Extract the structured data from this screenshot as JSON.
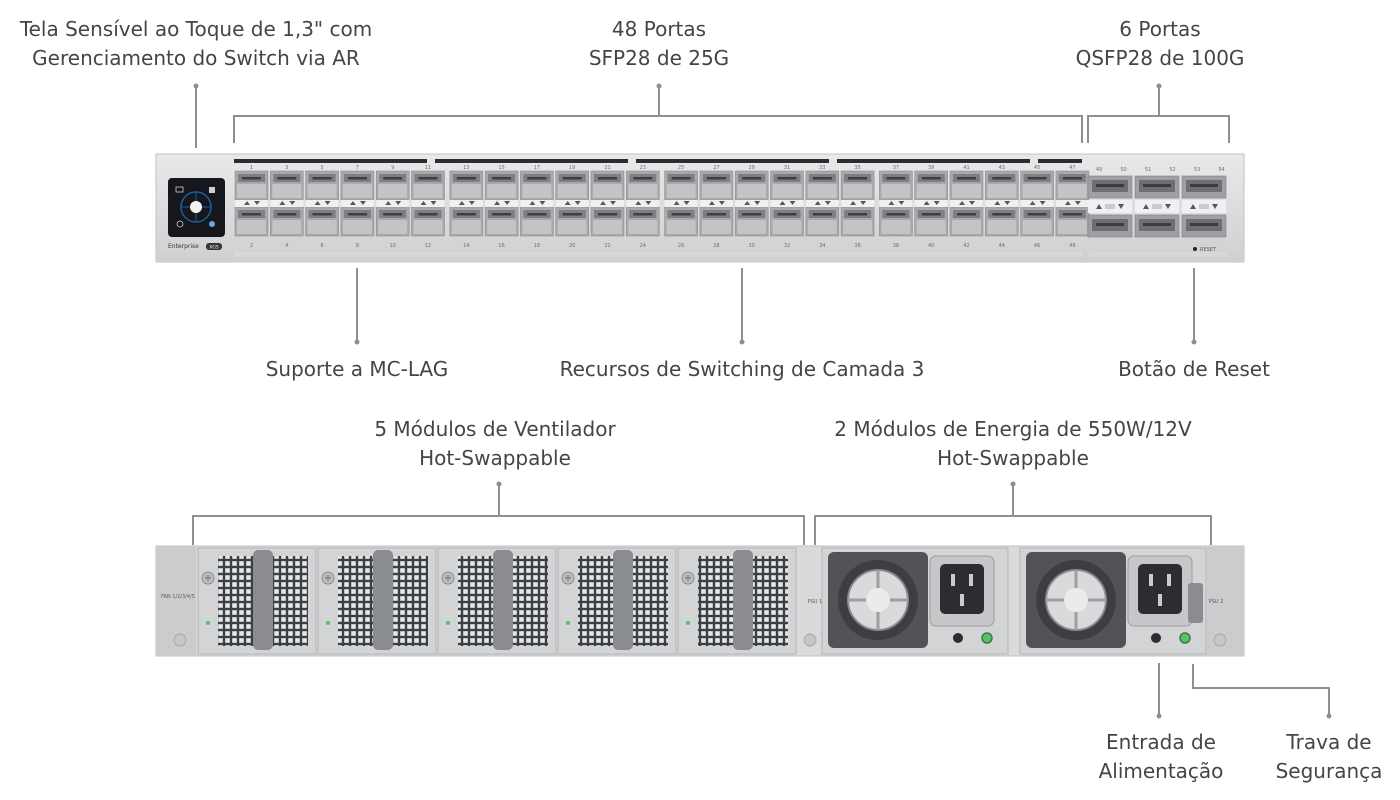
{
  "callouts": {
    "touchscreen": "Tela Sensível ao Toque de 1,3\" com\nGerenciamento do Switch via AR",
    "sfp_ports": "48 Portas\nSFP28 de 25G",
    "qsfp_ports": "6 Portas\nQSFP28 de 100G",
    "mclag": "Suporte a MC-LAG",
    "layer3": "Recursos de Switching de Camada 3",
    "reset": "Botão de Reset",
    "fans": "5 Módulos de Ventilador\nHot-Swappable",
    "psus": "2 Módulos de Energia de 550W/12V\nHot-Swappable",
    "power_input": "Entrada de\nAlimentação",
    "lock": "Trava de\nSegurança"
  },
  "front_panel": {
    "brand": "Enterprise",
    "brand_badge": "XGS",
    "reset_text": "RESET",
    "sfp_top_numbers": [
      "1",
      "3",
      "5",
      "7",
      "9",
      "11",
      "13",
      "15",
      "17",
      "19",
      "21",
      "23",
      "25",
      "27",
      "29",
      "31",
      "33",
      "35",
      "37",
      "39",
      "41",
      "43",
      "45",
      "47"
    ],
    "sfp_bottom_numbers": [
      "2",
      "4",
      "6",
      "8",
      "10",
      "12",
      "14",
      "16",
      "18",
      "20",
      "22",
      "24",
      "26",
      "28",
      "30",
      "32",
      "34",
      "36",
      "38",
      "40",
      "42",
      "44",
      "46",
      "48"
    ],
    "qsfp_numbers": [
      "49",
      "50",
      "51",
      "52",
      "53",
      "54"
    ]
  },
  "rear_panel": {
    "fan_label": "FAN\n1/2/3/4/5",
    "psu1_label": "PSU 1",
    "psu2_label": "PSU 2"
  },
  "colors": {
    "chassis": "#dadbdc",
    "chassis_edge": "#c4c5c6",
    "bracket": "#9c9c9c",
    "led": "#57c06b",
    "display": "#15171d"
  }
}
